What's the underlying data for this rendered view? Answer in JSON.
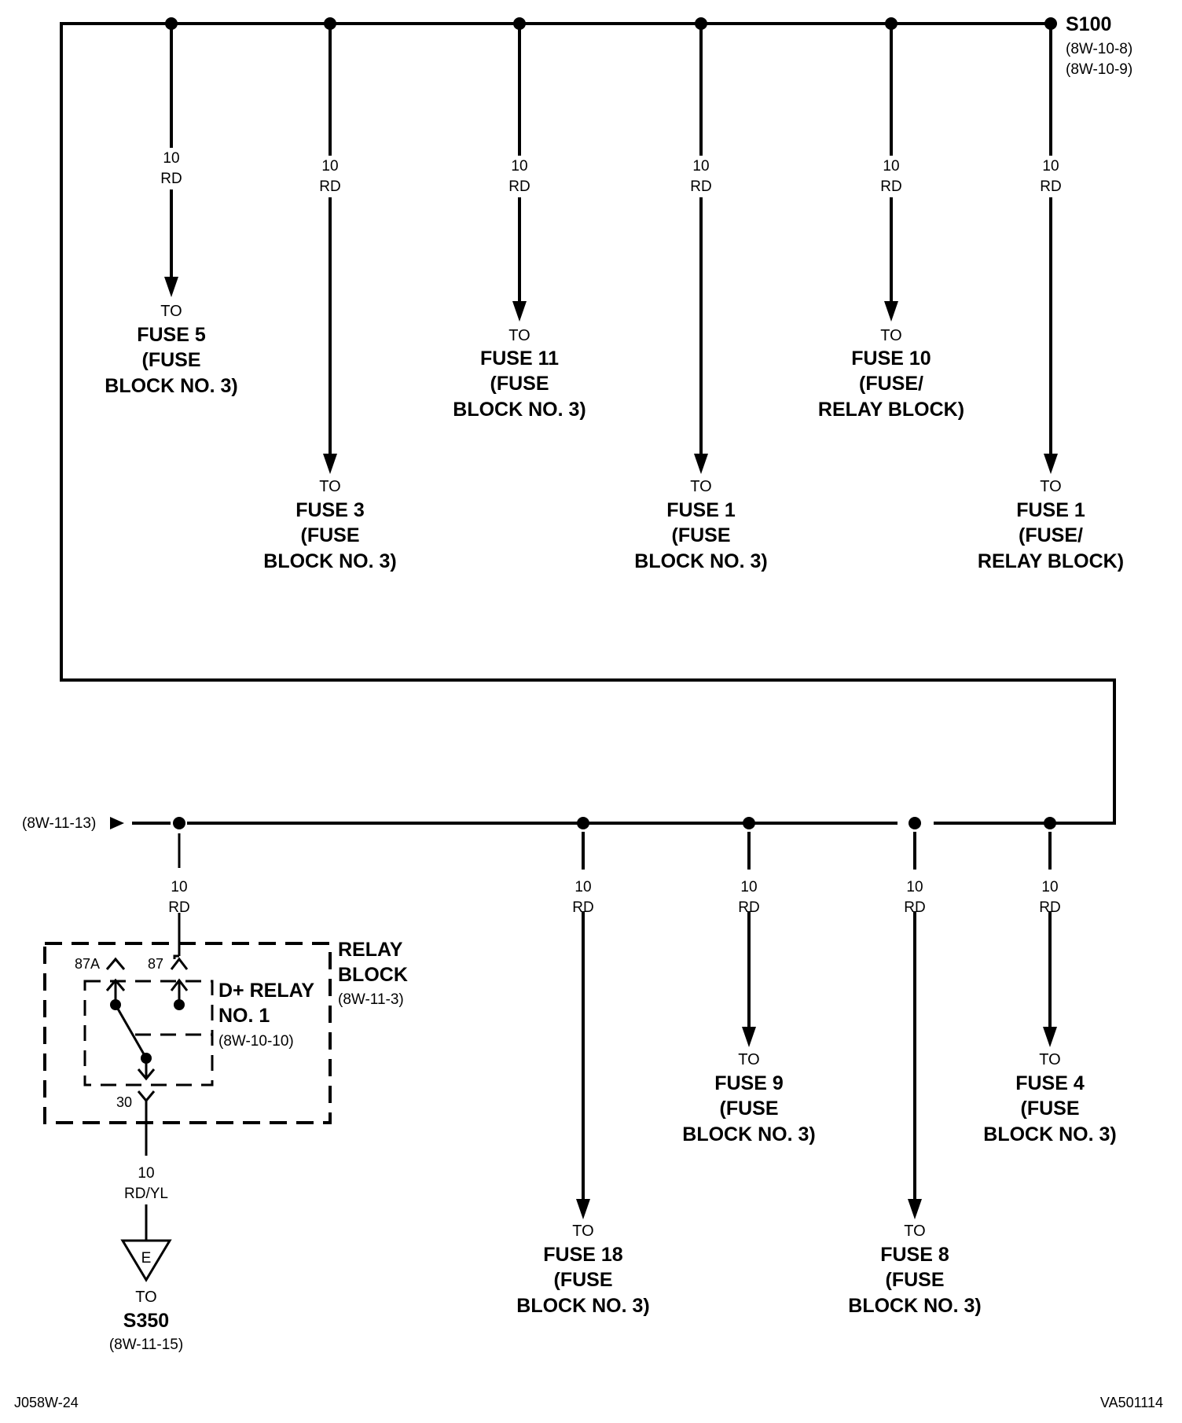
{
  "splice": {
    "name": "S100",
    "refs": [
      "(8W-10-8)",
      "(8W-10-9)"
    ]
  },
  "top_branches": [
    {
      "gauge": "10",
      "color": "RD",
      "to": "TO",
      "dest": [
        "FUSE 5",
        "(FUSE",
        "BLOCK NO. 3)"
      ]
    },
    {
      "gauge": "10",
      "color": "RD",
      "to": "TO",
      "dest": [
        "FUSE 3",
        "(FUSE",
        "BLOCK NO. 3)"
      ]
    },
    {
      "gauge": "10",
      "color": "RD",
      "to": "TO",
      "dest": [
        "FUSE 11",
        "(FUSE",
        "BLOCK NO. 3)"
      ]
    },
    {
      "gauge": "10",
      "color": "RD",
      "to": "TO",
      "dest": [
        "FUSE 1",
        "(FUSE",
        "BLOCK NO. 3)"
      ]
    },
    {
      "gauge": "10",
      "color": "RD",
      "to": "TO",
      "dest": [
        "FUSE 10",
        "(FUSE/",
        "RELAY BLOCK)"
      ]
    },
    {
      "gauge": "10",
      "color": "RD",
      "to": "TO",
      "dest": [
        "FUSE 1",
        "(FUSE/",
        "RELAY BLOCK)"
      ]
    }
  ],
  "bottom_input_ref": "(8W-11-13)",
  "bottom_branches": [
    {
      "gauge": "10",
      "color": "RD",
      "to": "TO",
      "dest": [
        "FUSE 18",
        "(FUSE",
        "BLOCK NO. 3)"
      ]
    },
    {
      "gauge": "10",
      "color": "RD",
      "to": "TO",
      "dest": [
        "FUSE 9",
        "(FUSE",
        "BLOCK NO. 3)"
      ]
    },
    {
      "gauge": "10",
      "color": "RD",
      "to": "TO",
      "dest": [
        "FUSE 8",
        "(FUSE",
        "BLOCK NO. 3)"
      ]
    },
    {
      "gauge": "10",
      "color": "RD",
      "to": "TO",
      "dest": [
        "FUSE 4",
        "(FUSE",
        "BLOCK NO. 3)"
      ]
    }
  ],
  "relay_feed": {
    "gauge": "10",
    "color": "RD"
  },
  "relay_block": {
    "title": [
      "RELAY",
      "BLOCK"
    ],
    "ref": "(8W-11-3)"
  },
  "relay": {
    "title": [
      "D+ RELAY",
      "NO. 1"
    ],
    "ref": "(8W-10-10)",
    "pins": {
      "p87a": "87A",
      "p87": "87",
      "p30": "30"
    }
  },
  "output": {
    "gauge": "10",
    "color": "RD/YL",
    "connector": "E",
    "to": "TO",
    "dest": "S350",
    "ref": "(8W-11-15)"
  },
  "footer": {
    "left": "J058W-24",
    "right": "VA501114"
  }
}
